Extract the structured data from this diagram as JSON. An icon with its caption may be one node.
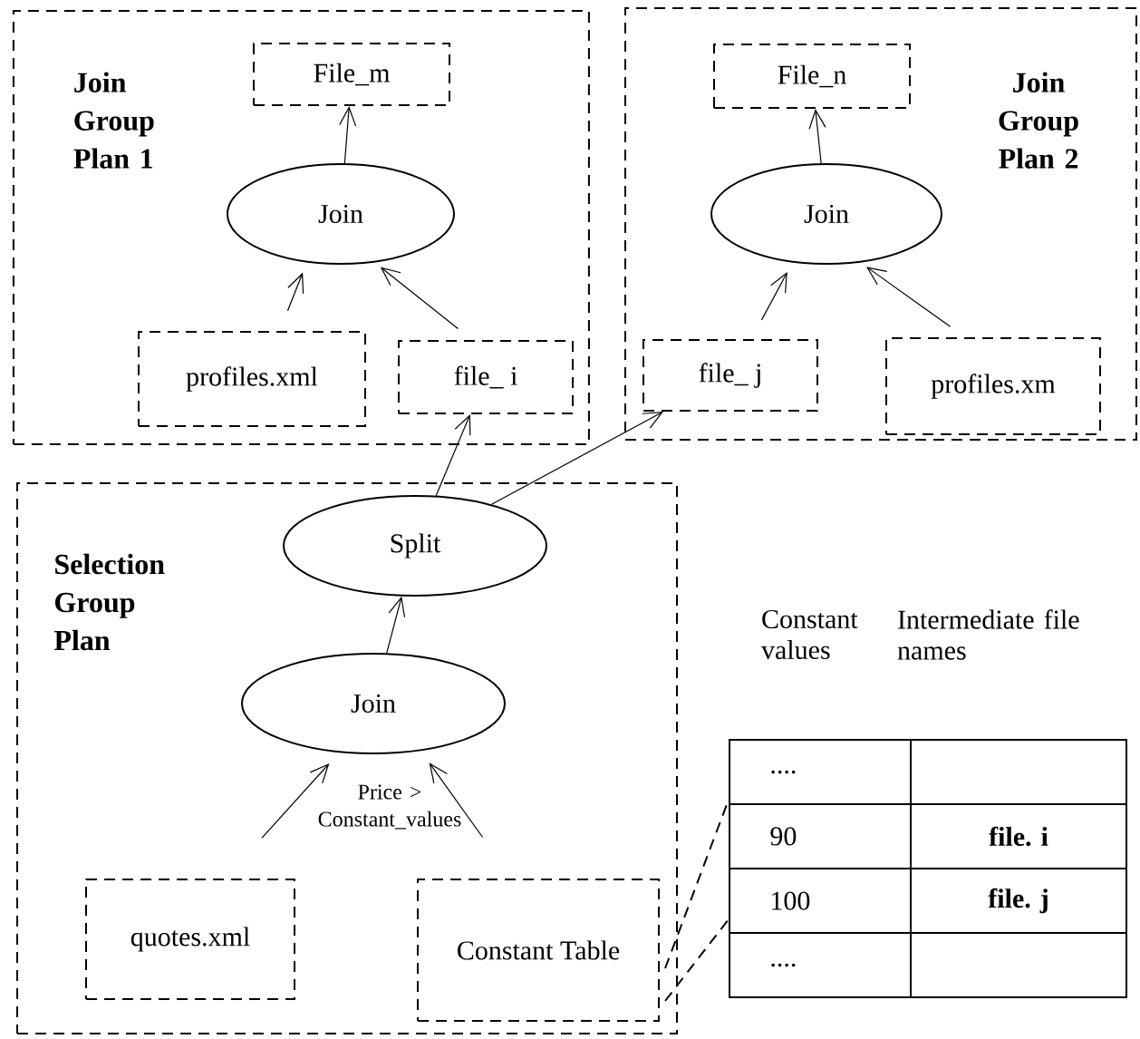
{
  "diagram": {
    "nodes": [
      {
        "text": [
          "Join Group Plan 1"
        ]
      },
      {
        "text": [
          "File_m"
        ],
        "in": 0
      },
      {
        "text": [
          "Join"
        ],
        "in": 0
      },
      {
        "text": [
          "profiles.xml"
        ],
        "in": 0
      },
      {
        "text": [
          "file_ i"
        ],
        "in": 0
      },
      {
        "text": [
          "Join Group Plan 2"
        ]
      },
      {
        "text": [
          "File_n"
        ],
        "in": 5
      },
      {
        "text": [
          "Join"
        ],
        "in": 5
      },
      {
        "text": [
          "file_ j"
        ],
        "in": 5
      },
      {
        "text": [
          "profiles.xm"
        ],
        "in": 5
      },
      {
        "text": [
          "Selection Group Plan"
        ]
      },
      {
        "text": [
          "Split"
        ],
        "in": 10
      },
      {
        "text": [
          "Join"
        ],
        "in": 10
      },
      {
        "text": [
          "quotes.xml"
        ],
        "in": 10
      },
      {
        "text": [
          "Constant Table"
        ],
        "in": 10
      },
      {
        "text": [
          "....",
          "90",
          "file. i",
          "100",
          "file. j",
          "...."
        ]
      }
    ],
    "edges": [
      {
        "from": 2,
        "to": 1,
        "arrow": "to"
      },
      {
        "from": 3,
        "to": 2,
        "arrow": "to"
      },
      {
        "from": 4,
        "to": 2,
        "arrow": "to"
      },
      {
        "from": 7,
        "to": 6,
        "arrow": "to"
      },
      {
        "from": 8,
        "to": 7,
        "arrow": "to"
      },
      {
        "from": 9,
        "to": 7,
        "arrow": "to"
      },
      {
        "from": 11,
        "to": 4,
        "arrow": "to"
      },
      {
        "from": 11,
        "to": 8,
        "arrow": "to"
      },
      {
        "from": 12,
        "to": 11,
        "arrow": "to"
      },
      {
        "from": 13,
        "to": 12,
        "arrow": "to"
      },
      {
        "from": 14,
        "to": 12,
        "arrow": "to"
      },
      {
        "from": 14,
        "to": 15,
        "arrow": "none",
        "style": "dashed"
      },
      {
        "from": 14,
        "to": 15,
        "arrow": "none",
        "style": "dashed"
      }
    ],
    "labels": [
      "Price > Constant_values",
      "Constant values",
      "Intermediate file names"
    ]
  }
}
